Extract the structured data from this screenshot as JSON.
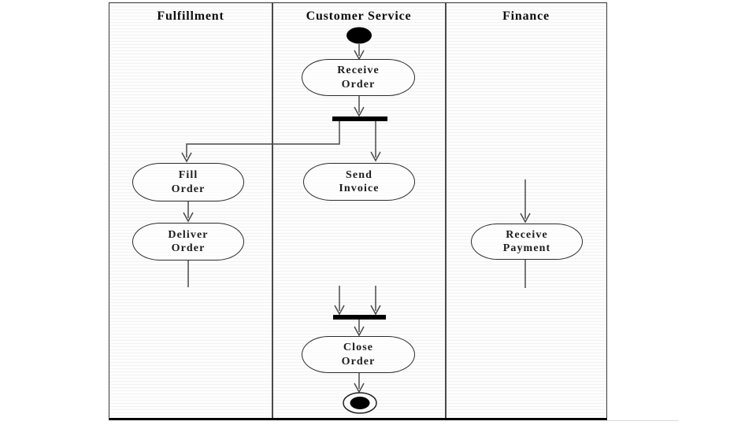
{
  "diagram": {
    "type": "uml-activity-swimlane",
    "lanes": [
      {
        "title": "Fulfillment"
      },
      {
        "title": "Customer Service"
      },
      {
        "title": "Finance"
      }
    ],
    "nodes": {
      "receive_order": {
        "line1": "Receive",
        "line2": "Order"
      },
      "fill_order": {
        "line1": "Fill",
        "line2": "Order"
      },
      "send_invoice": {
        "line1": "Send",
        "line2": "Invoice"
      },
      "deliver_order": {
        "line1": "Deliver",
        "line2": "Order"
      },
      "receive_payment": {
        "line1": "Receive",
        "line2": "Payment"
      },
      "close_order": {
        "line1": "Close",
        "line2": "Order"
      }
    },
    "symbols": {
      "initial_node": "filled-ellipse-start-node",
      "fork_bar": "synchronization-bar",
      "join_bar": "synchronization-bar",
      "final_node": "bullseye-end-node"
    },
    "edges": [
      {
        "from": "initial_node",
        "to": "receive_order"
      },
      {
        "from": "receive_order",
        "to": "fork_bar"
      },
      {
        "from": "fork_bar",
        "to": "fill_order"
      },
      {
        "from": "fork_bar",
        "to": "send_invoice"
      },
      {
        "from": "fill_order",
        "to": "deliver_order"
      },
      {
        "from": "deliver_order",
        "to": "open-end"
      },
      {
        "from": "open-start",
        "to": "receive_payment"
      },
      {
        "from": "receive_payment",
        "to": "open-end"
      },
      {
        "from": "open-start",
        "to": "join_bar"
      },
      {
        "from": "open-start",
        "to": "join_bar"
      },
      {
        "from": "join_bar",
        "to": "close_order"
      },
      {
        "from": "close_order",
        "to": "final_node"
      }
    ],
    "colors": {
      "line": "#4a4a4a",
      "shape_border": "#2b2b2b",
      "sync_bar": "#000000",
      "text": "#1c1c1c",
      "lane_background": "#fdfdfd",
      "page_background": "#ffffff"
    }
  }
}
